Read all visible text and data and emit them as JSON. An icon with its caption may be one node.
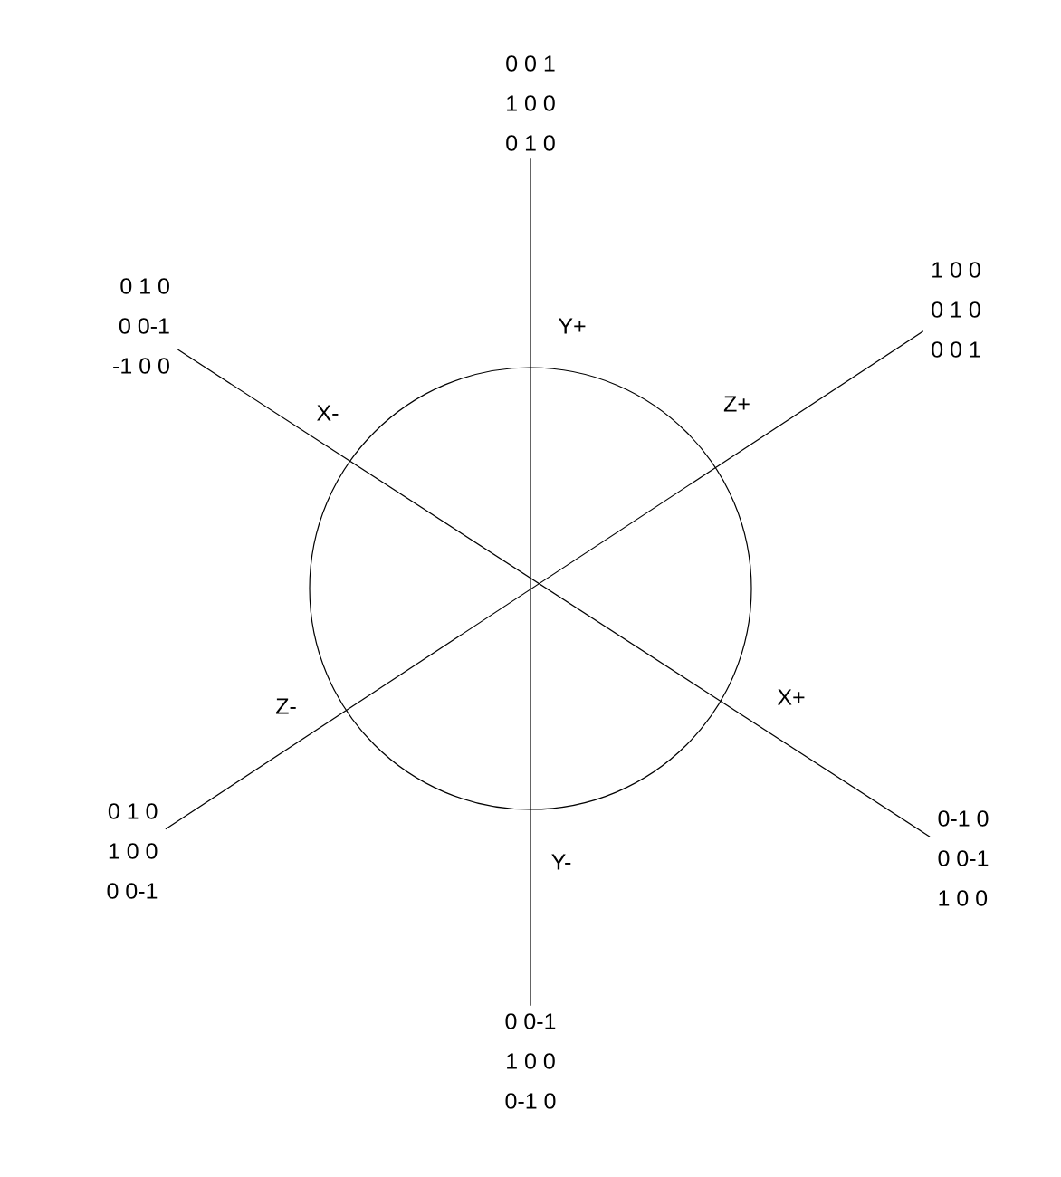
{
  "diagram": {
    "nodes": [
      {
        "text": [
          "0 0 1",
          "1 0 0",
          "0 1 0"
        ]
      },
      {
        "text": [
          "0 1 0",
          "0 0-1",
          "-1 0 0"
        ]
      },
      {
        "text": [
          "1 0 0",
          "0 1 0",
          "0 0 1"
        ]
      },
      {
        "text": [
          "0 1 0",
          "1 0 0",
          "0 0-1"
        ]
      },
      {
        "text": [
          "0-1 0",
          "0 0-1",
          "1 0 0"
        ]
      },
      {
        "text": [
          "0 0-1",
          "1 0 0",
          "0-1 0"
        ]
      }
    ],
    "edges": [
      {
        "from": 0,
        "to": 5,
        "arrow": "none"
      },
      {
        "from": 1,
        "to": 4,
        "arrow": "none"
      },
      {
        "from": 2,
        "to": 3,
        "arrow": "none"
      }
    ],
    "labels": [
      "Y+",
      "X-",
      "Z+",
      "Z-",
      "X+",
      "Y-"
    ]
  }
}
